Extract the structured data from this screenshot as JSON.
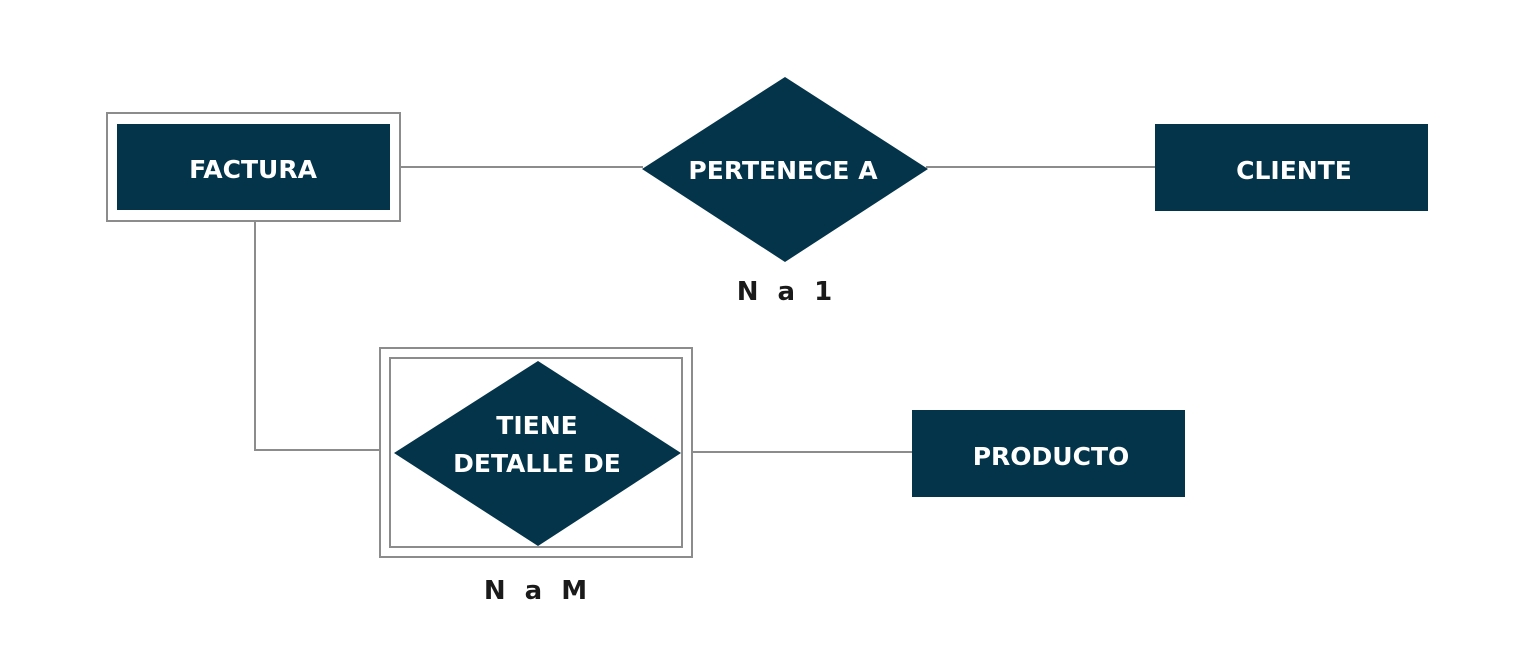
{
  "diagram": {
    "entities": {
      "factura": "FACTURA",
      "cliente": "CLIENTE",
      "producto": "PRODUCTO"
    },
    "relationships": {
      "pertenece": {
        "label": "PERTENECE A",
        "cardinality": "N a 1"
      },
      "tiene_detalle": {
        "label_line1": "TIENE",
        "label_line2": "DETALLE DE",
        "cardinality": "N a M"
      }
    },
    "colors": {
      "shape_fill": "#04344a",
      "shape_text": "#ffffff",
      "line": "#8c8c8c",
      "cardinality_text": "#1a1a1a",
      "background": "#ffffff"
    }
  }
}
